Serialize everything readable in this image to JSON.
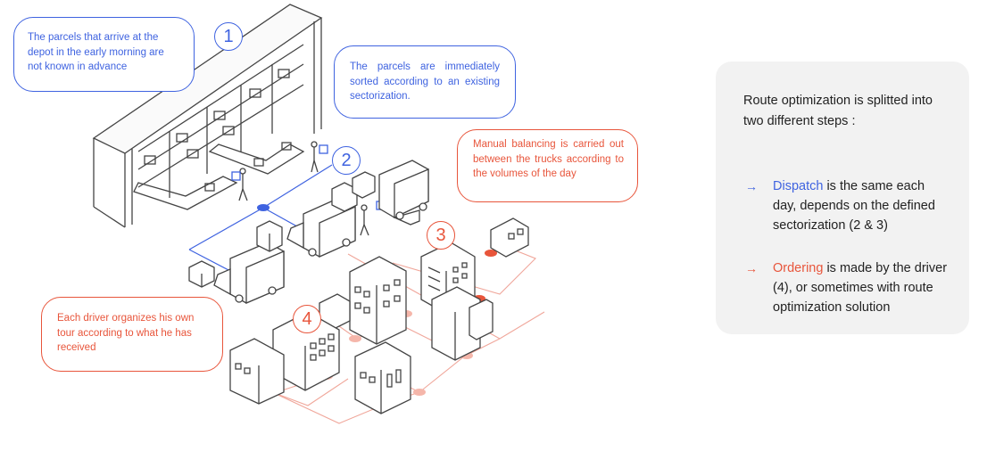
{
  "colors": {
    "blue": "#3f63e0",
    "orange": "#e8553b",
    "outline": "#444444",
    "panel_bg": "#f2f2f2"
  },
  "callouts": {
    "arrival": "The parcels that arrive at the depot in the early morning are not known in advance",
    "sorting": "The parcels are immediately sorted according to an existing sectorization.",
    "balancing": "Manual balancing is carried out between the trucks according to the volumes of the day",
    "driver": "Each driver organizes his own tour according to what he has received"
  },
  "steps": [
    "1",
    "2",
    "3",
    "4"
  ],
  "panel": {
    "title": "Route optimization is splitted into two different steps :",
    "bullets": [
      {
        "icon": "right-arrow-icon",
        "keyword": "Dispatch",
        "text": " is the same each day, depends on the defined sectorization (2 & 3)",
        "color": "#3f63e0"
      },
      {
        "icon": "right-arrow-icon",
        "keyword": "Ordering",
        "text": " is made by the driver (4), or sometimes with route optimization solution",
        "color": "#e8553b"
      }
    ]
  },
  "arrow_glyph": "→"
}
